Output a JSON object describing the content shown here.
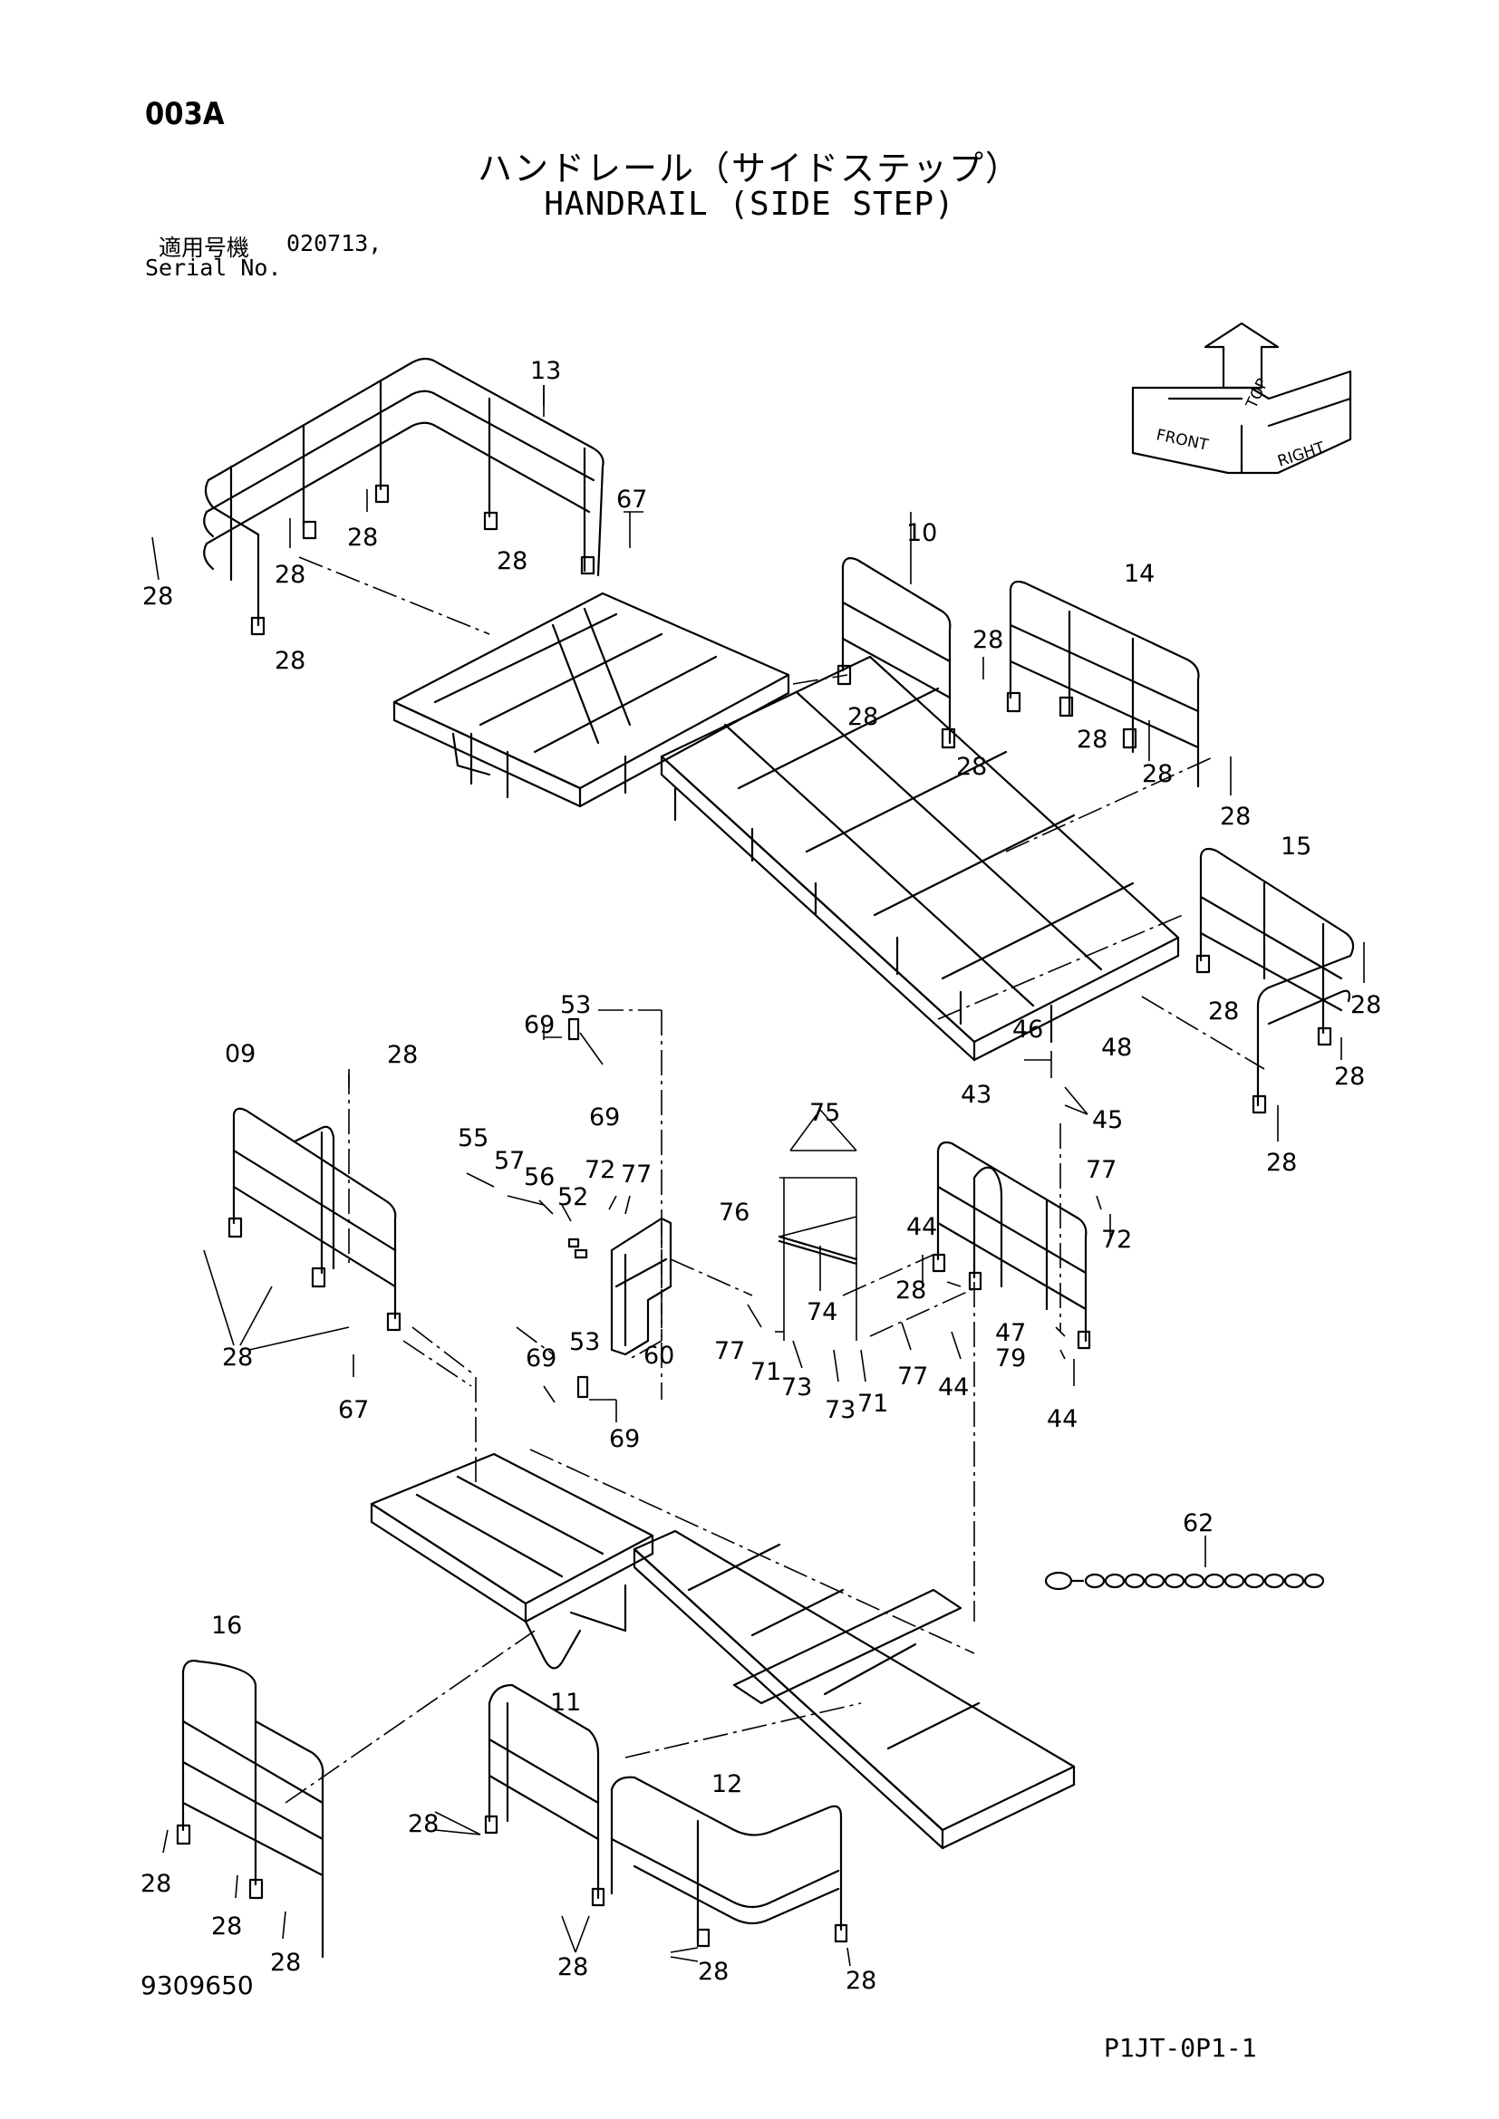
{
  "header": {
    "page_code": "003A",
    "title_jp": "ハンドレール（サイドステップ）",
    "title_en": "HANDRAIL (SIDE STEP)",
    "serial_label_jp": "適用号機",
    "serial_value": "020713,",
    "serial_label_en": "Serial No."
  },
  "orientation_icon": {
    "top": "TOP",
    "front": "FRONT",
    "right": "RIGHT"
  },
  "callouts": [
    "13",
    "67",
    "28",
    "10",
    "14",
    "15",
    "09",
    "53",
    "69",
    "55",
    "57",
    "56",
    "52",
    "72",
    "77",
    "60",
    "75",
    "76",
    "74",
    "71",
    "73",
    "46",
    "48",
    "45",
    "43",
    "44",
    "47",
    "79",
    "62",
    "16",
    "11",
    "12"
  ],
  "footer": {
    "drawing_number": "9309650",
    "sheet_ref": "P1JT-0P1-1"
  }
}
